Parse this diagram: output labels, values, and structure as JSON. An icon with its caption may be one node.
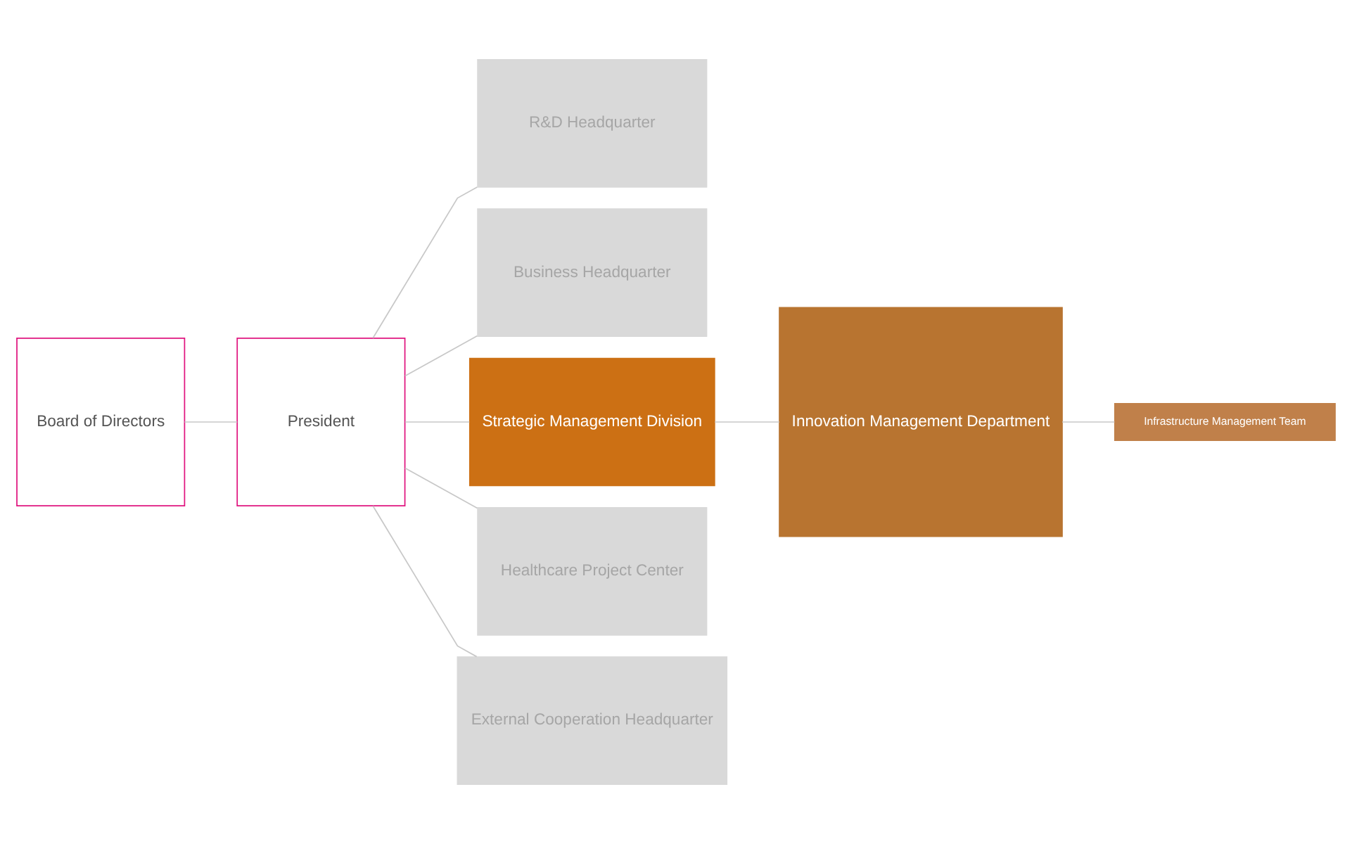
{
  "diagram": {
    "nodes": [
      {
        "text": [
          "Board of Directors"
        ]
      },
      {
        "text": [
          "President"
        ]
      },
      {
        "text": [
          "R&D Headquarter"
        ]
      },
      {
        "text": [
          "Business Headquarter"
        ]
      },
      {
        "text": [
          "Strategic Management Division"
        ]
      },
      {
        "text": [
          "Innovation Management Department"
        ]
      },
      {
        "text": [
          "Healthcare Project Center"
        ]
      },
      {
        "text": [
          "External Cooperation Headquarter"
        ]
      },
      {
        "text": [
          "Infrastructure Management Team"
        ]
      }
    ],
    "edges": [
      {
        "from": 0,
        "to": 1,
        "arrow": "none"
      },
      {
        "from": 1,
        "to": 2,
        "arrow": "none"
      },
      {
        "from": 1,
        "to": 3,
        "arrow": "none"
      },
      {
        "from": 1,
        "to": 4,
        "arrow": "none"
      },
      {
        "from": 1,
        "to": 6,
        "arrow": "none"
      },
      {
        "from": 1,
        "to": 7,
        "arrow": "none"
      },
      {
        "from": 4,
        "to": 5,
        "arrow": "none"
      },
      {
        "from": 5,
        "to": 8,
        "arrow": "none"
      }
    ]
  }
}
